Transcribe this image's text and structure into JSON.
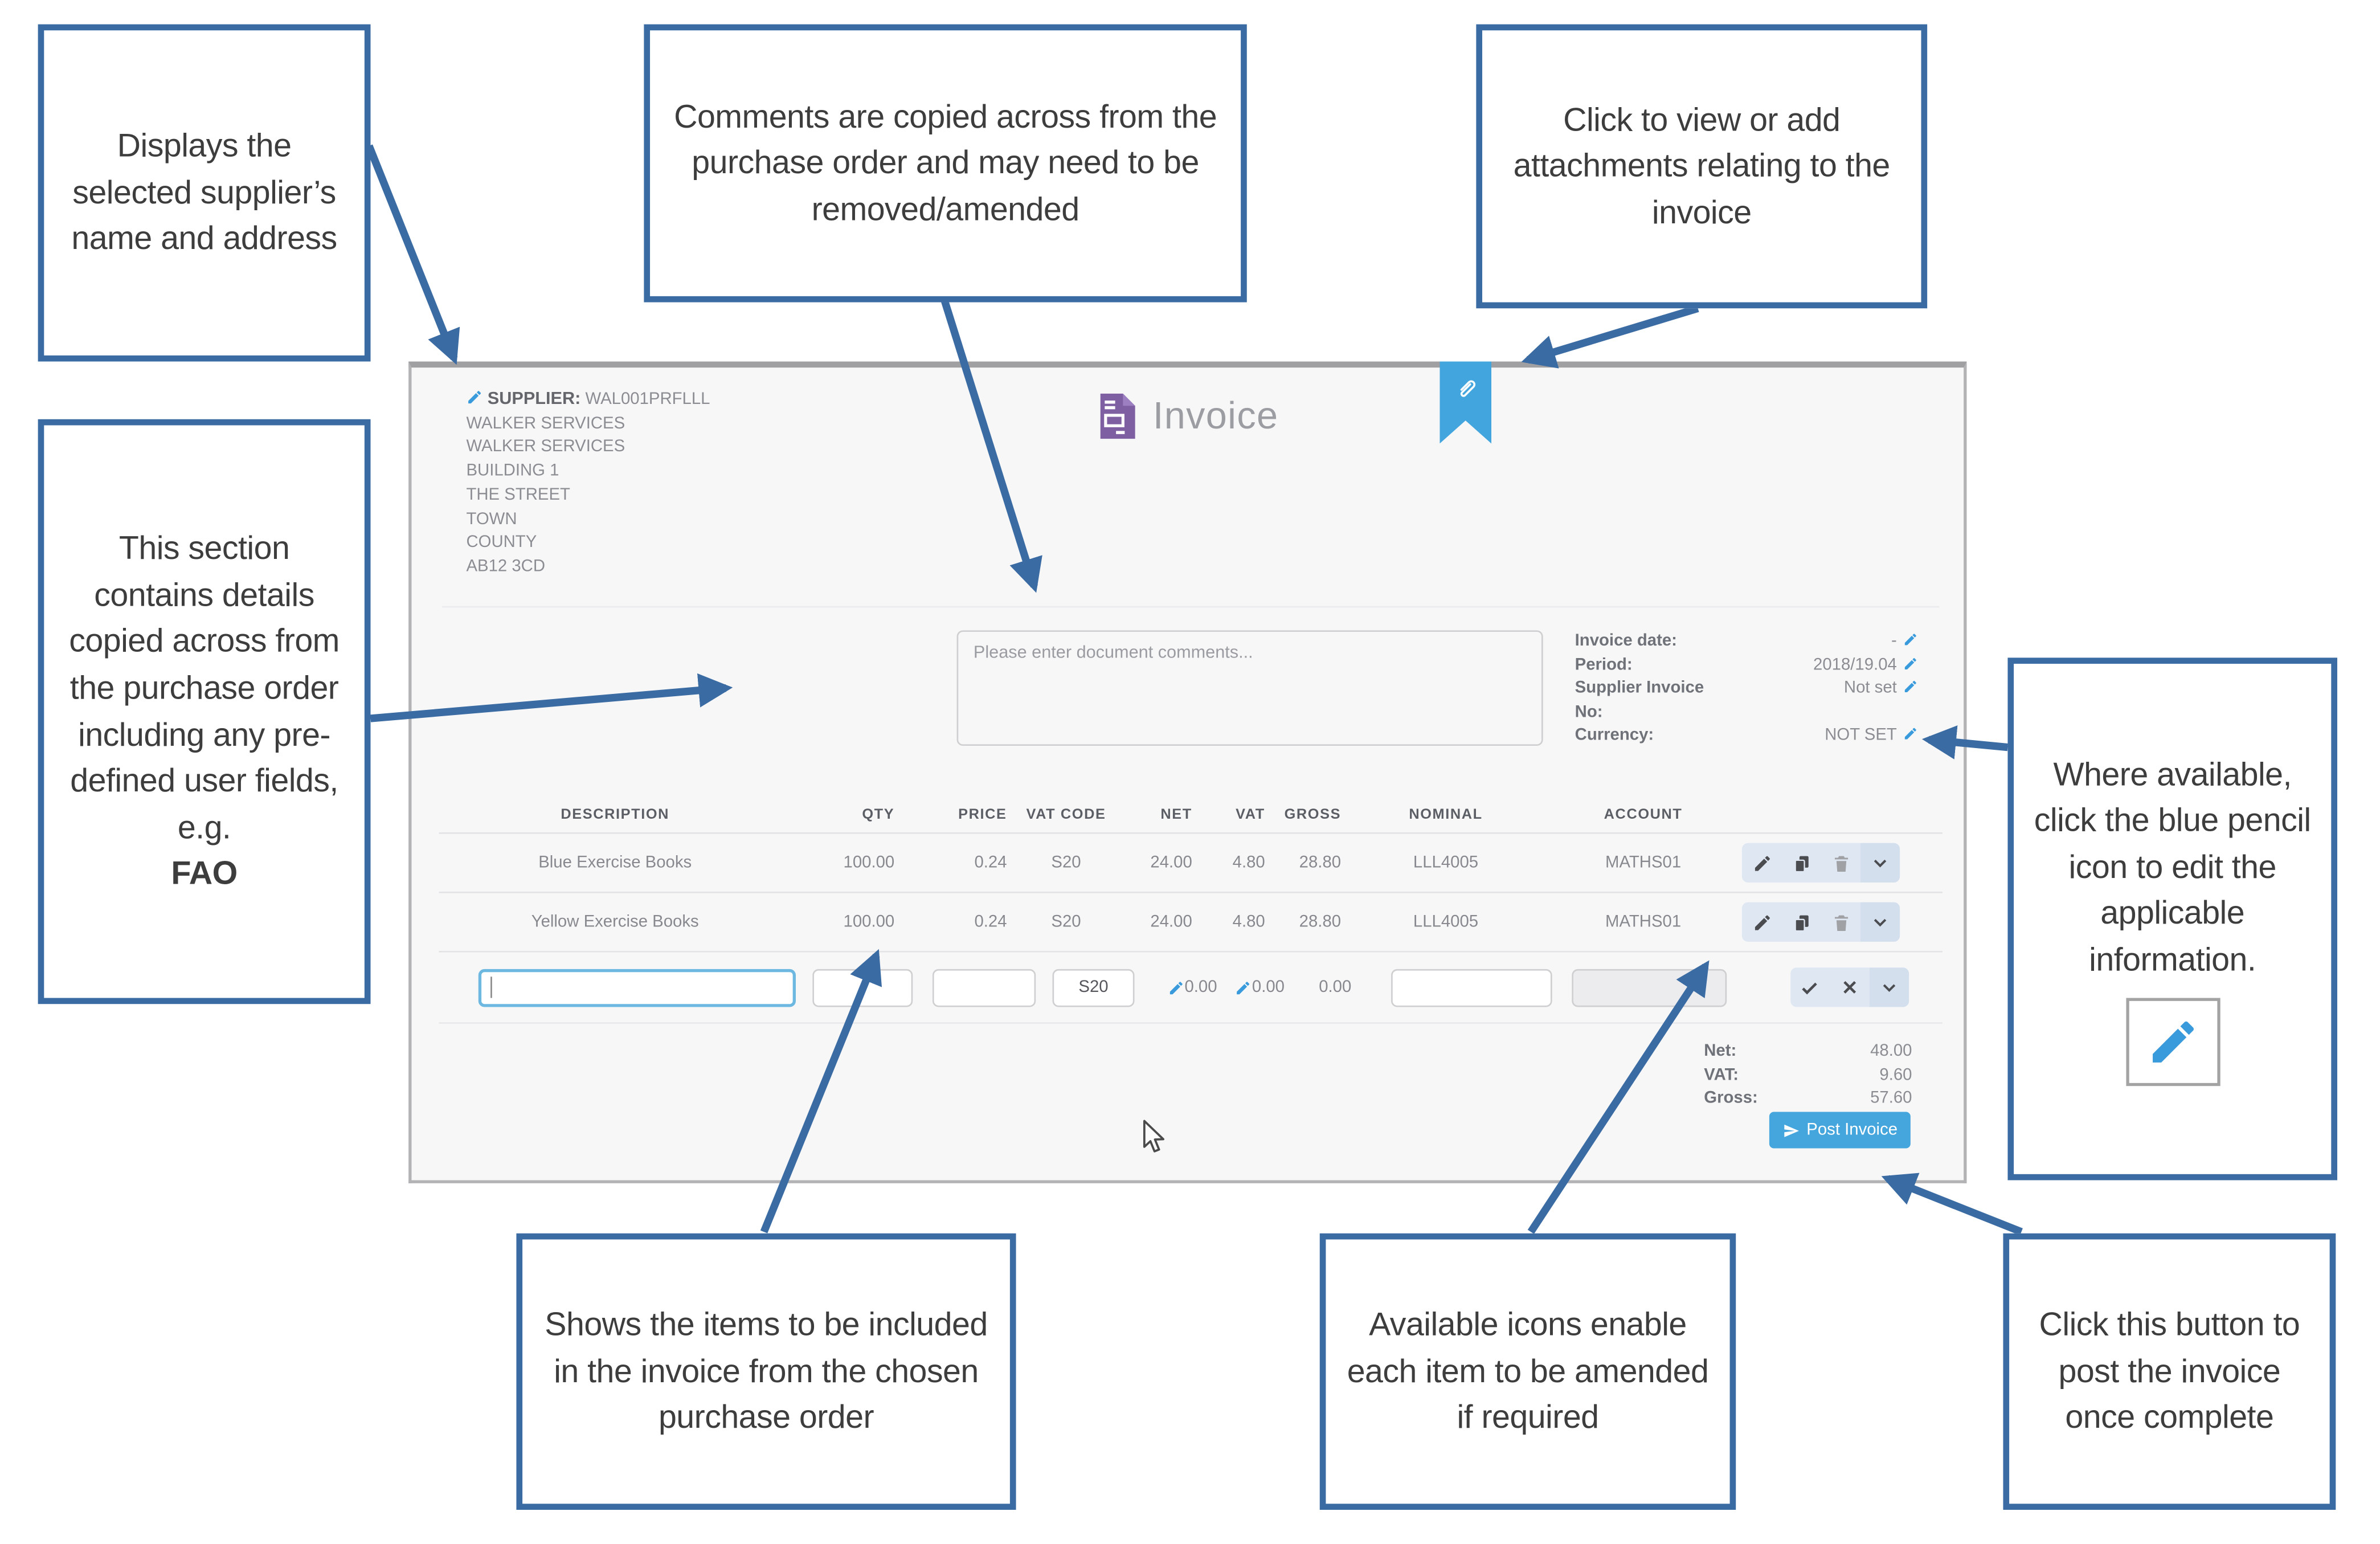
{
  "callouts": {
    "supplier": "Displays the selected supplier’s name and address",
    "comments": "Comments are copied across from the purchase order and may need to be removed/amended",
    "attachments": "Click to view or add attachments relating to the invoice",
    "section": {
      "text": "This section contains details copied across from the purchase order including any pre-defined user fields, e.g.",
      "bold": "FAO"
    },
    "pencil_edit": "Where available, click the blue pencil icon to edit the applicable information.",
    "line_items": "Shows the items to be included in the invoice from the chosen purchase order",
    "row_icons": "Available icons enable each item to be amended if required",
    "post_invoice": "Click this button to post the invoice once complete"
  },
  "invoice": {
    "title": "Invoice",
    "supplier_label": "SUPPLIER:",
    "supplier_code": "WAL001PRFLLL",
    "address": [
      "WALKER SERVICES",
      "WALKER SERVICES",
      "BUILDING 1",
      "THE STREET",
      "TOWN",
      "COUNTY",
      "AB12 3CD"
    ],
    "comments_placeholder": "Please enter document comments...",
    "meta": {
      "invoice_date_label": "Invoice date:",
      "invoice_date_value": "-",
      "period_label": "Period:",
      "period_value": "2018/19.04",
      "supplier_invoice_label": "Supplier Invoice No:",
      "supplier_invoice_value": "Not set",
      "currency_label": "Currency:",
      "currency_value": "NOT SET"
    },
    "table": {
      "headers": [
        "DESCRIPTION",
        "QTY",
        "PRICE",
        "VAT CODE",
        "NET",
        "VAT",
        "GROSS",
        "NOMINAL",
        "ACCOUNT"
      ],
      "rows": [
        {
          "description": "Blue Exercise Books",
          "qty": "100.00",
          "price": "0.24",
          "vat_code": "S20",
          "net": "24.00",
          "vat": "4.80",
          "gross": "28.80",
          "nominal": "LLL4005",
          "account": "MATHS01"
        },
        {
          "description": "Yellow Exercise Books",
          "qty": "100.00",
          "price": "0.24",
          "vat_code": "S20",
          "net": "24.00",
          "vat": "4.80",
          "gross": "28.80",
          "nominal": "LLL4005",
          "account": "MATHS01"
        }
      ],
      "new_row": {
        "vat_code": "S20",
        "net": "0.00",
        "vat": "0.00",
        "gross": "0.00"
      }
    },
    "totals": {
      "net_label": "Net:",
      "net_value": "48.00",
      "vat_label": "VAT:",
      "vat_value": "9.60",
      "gross_label": "Gross:",
      "gross_value": "57.60"
    },
    "post_button": "Post Invoice"
  },
  "colors": {
    "callout_blue": "#3a6ba3",
    "edit_pencil_blue": "#3a9bdc",
    "ribbon_blue": "#42a5dd",
    "post_button_blue": "#45a5dd",
    "invoice_icon_purple": "#7d5fa2"
  }
}
